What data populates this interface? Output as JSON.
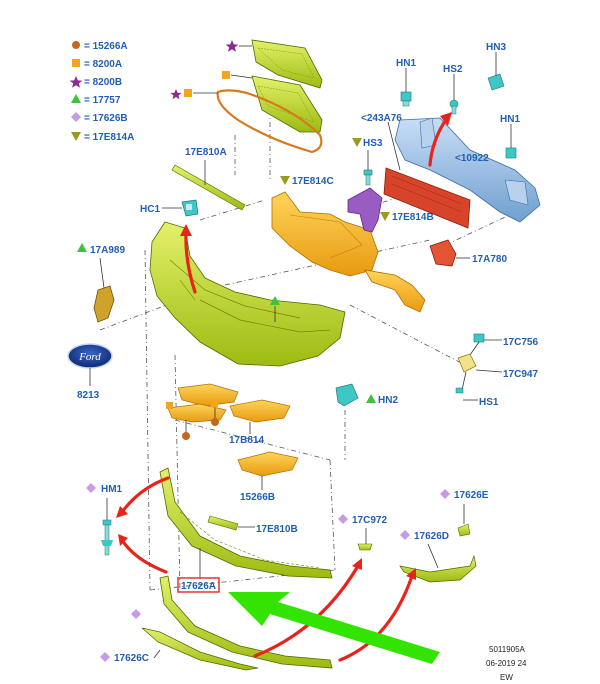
{
  "legend": [
    {
      "symbol": "circle",
      "color": "#c2691f",
      "text": "= 15266A"
    },
    {
      "symbol": "square",
      "color": "#f3a51c",
      "text": "= 8200A"
    },
    {
      "symbol": "star",
      "color": "#8b2b8f",
      "text": "= 8200B"
    },
    {
      "symbol": "triangle-up",
      "color": "#3cc23c",
      "text": "= 17757"
    },
    {
      "symbol": "diamond",
      "color": "#c59be6",
      "text": "= 17626B"
    },
    {
      "symbol": "triangle-down",
      "color": "#9a9a1e",
      "text": "= 17E814A"
    }
  ],
  "labels": {
    "hn1_top": "HN1",
    "hs2": "HS2",
    "hn3": "HN3",
    "l243a76": "<243A76",
    "hn1_right": "HN1",
    "hs3": "HS3",
    "l10922": "<10922",
    "l17e810a": "17E810A",
    "l17e814c": "17E814C",
    "hc1": "HC1",
    "l17e814b": "17E814B",
    "l17a989": "17A989",
    "l17a780": "17A780",
    "l8213": "8213",
    "l17c756": "17C756",
    "l17c947": "17C947",
    "hn2": "HN2",
    "hs1": "HS1",
    "l17b814": "17B814",
    "l15266b": "15266B",
    "hm1": "HM1",
    "l17e810b": "17E810B",
    "l17c972": "17C972",
    "l17626e": "17626E",
    "l17626d": "17626D",
    "l17626a": "17626A",
    "l17626c": "17626C"
  },
  "emblem_text": "Ford",
  "footer": {
    "code": "5011905A",
    "date": "06-2019 24",
    "initials": "EW"
  },
  "colors": {
    "label": "#1f5fb5",
    "bumper": "#c6dc3c",
    "shield": "#f3b51c",
    "beam": "#8ab4e0",
    "absorber": "#d8442a",
    "clip": "#3fc6c6",
    "arrow_red": "#e8231b",
    "arrow_green": "#33e400",
    "highlight_box": "#e8231b"
  }
}
